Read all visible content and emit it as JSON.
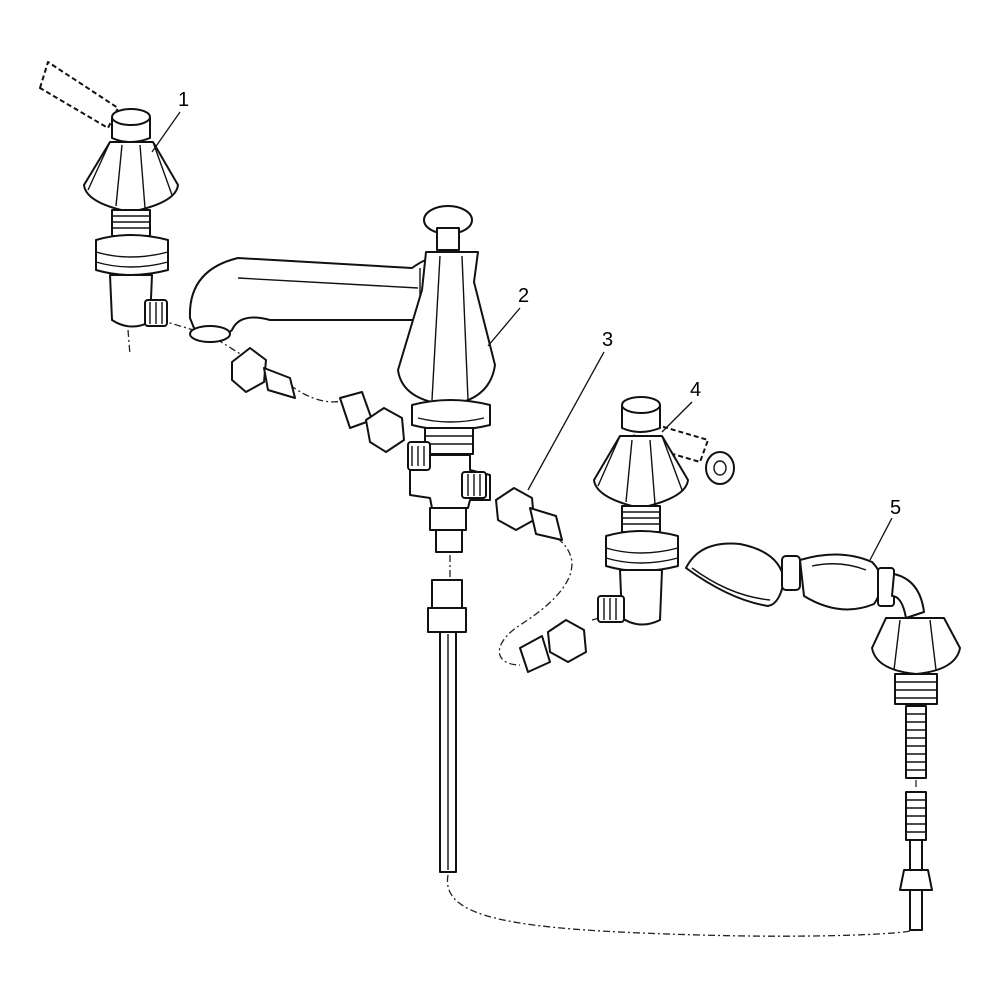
{
  "diagram": {
    "callouts": [
      {
        "label": "1"
      },
      {
        "label": "2"
      },
      {
        "label": "3"
      },
      {
        "label": "4"
      },
      {
        "label": "5"
      }
    ],
    "icons": {
      "left_handle": "faucet-handle-icon",
      "spout": "spout-icon",
      "right_handle": "faucet-handle-icon",
      "hand_shower": "hand-shower-icon"
    }
  }
}
